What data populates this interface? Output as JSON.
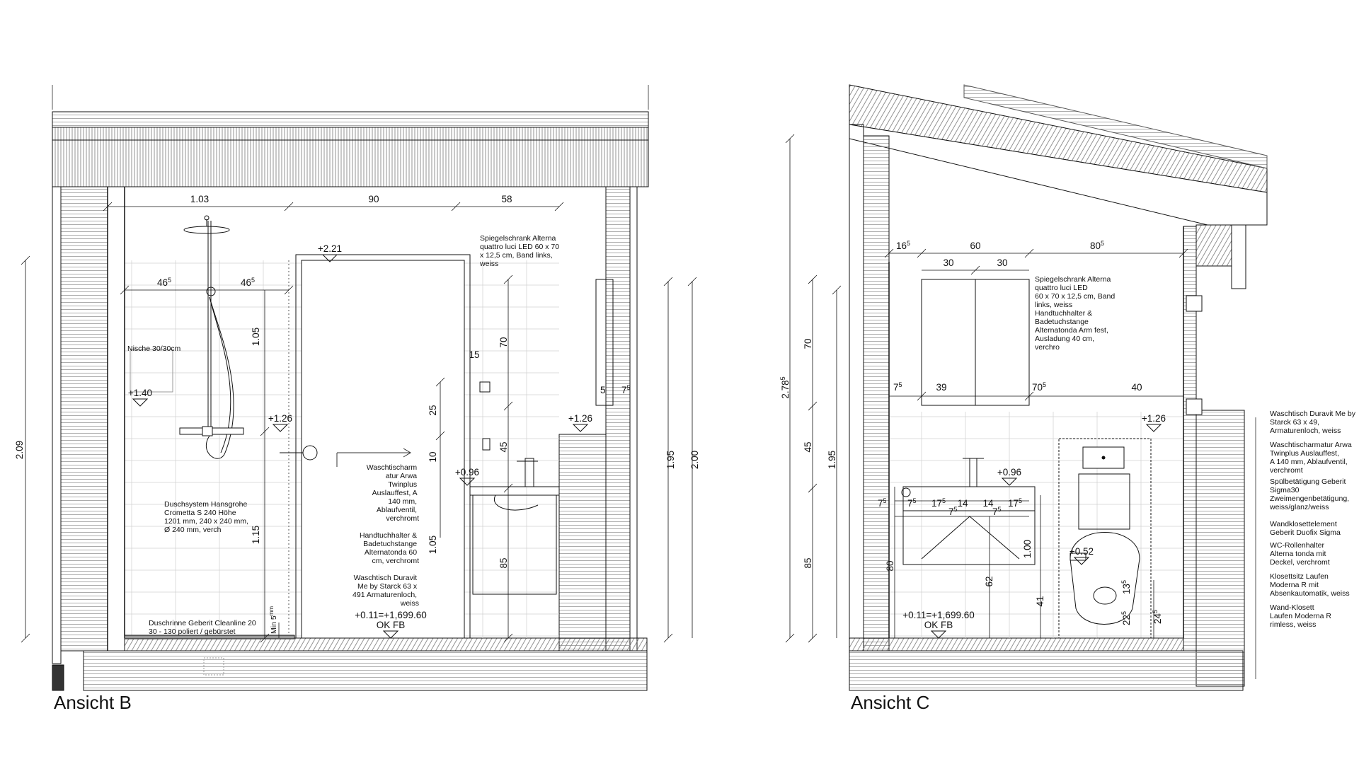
{
  "views": {
    "b": {
      "title": "Ansicht B",
      "dims": {
        "top_1": "1.03",
        "top_2": "90",
        "top_3": "58",
        "shower_l": "46",
        "shower_r": "46",
        "sup5": "5",
        "h_105": "1.05",
        "h_115": "1.15",
        "h_209": "2.09",
        "v_70": "70",
        "v_15": "15",
        "v_25": "25",
        "v_10": "10",
        "v_45": "45",
        "v_105b": "1.05",
        "v_85": "85",
        "v_5": "5",
        "v_7": "7",
        "r_195": "1.95",
        "r_200": "2.00",
        "min5": "Min 5"
      },
      "levels": {
        "door": "+2.21",
        "niche": "+1.40",
        "mid": "+1.26",
        "right": "+1.26",
        "basin": "+0.96",
        "floor": "+0.11=+1,699.60",
        "okfb": "OK FB"
      },
      "notes": {
        "niche": "Nische 30/30cm",
        "mirror": [
          "Spiegelschrank Alterna",
          "quattro luci LED 60 x 70",
          "x 12,5 cm, Band links,",
          "weiss"
        ],
        "shower": [
          "Duschsystem Hansgrohe",
          "Crometta S 240 Höhe",
          "1201 mm, 240 x 240 mm,",
          "Ø 240 mm, verch"
        ],
        "tap": [
          "Waschtischarm",
          "atur Arwa",
          "Twinplus",
          "Auslauffest, A",
          "140 mm,",
          "Ablaufventil,",
          "verchromt"
        ],
        "towel": [
          "Handtuchhalter &",
          "Badetuchstange",
          "Alternatonda 60",
          "cm, verchromt"
        ],
        "basin": [
          "Waschtisch Duravit",
          "Me by Starck 63 x",
          "491 Armaturenloch,",
          "weiss"
        ],
        "drain": [
          "Duschrinne Geberit Cleanline 20",
          "30 - 130 poliert / gebürstet"
        ]
      }
    },
    "c": {
      "title": "Ansicht C",
      "dims": {
        "top_16": "16",
        "top_60": "60",
        "top_80": "80",
        "top_30a": "30",
        "top_30b": "30",
        "h_70": "70",
        "h_45": "45",
        "h_85": "85",
        "h_278": "2.78",
        "h_195": "1.95",
        "m_7": "7",
        "m_39": "39",
        "m_70": "70",
        "m_40": "40",
        "b_7a": "7",
        "b_7b": "7",
        "b_17a": "17",
        "b_14a": "14",
        "b_14b": "14",
        "b_17b": "17",
        "b_7c": "7",
        "b_7d": "7",
        "v_100": "1.00",
        "v_80": "80",
        "v_62": "62",
        "v_41": "41",
        "v_13": "13",
        "v_22": "22",
        "v_24": "24",
        "sup5": "5"
      },
      "levels": {
        "mid": "+1.26",
        "basin": "+0.96",
        "wc": "+0.52",
        "floor": "+0.11=+1,699.60",
        "okfb": "OK FB"
      },
      "notes": {
        "mirror": [
          "Spiegelschrank Alterna",
          "quattro luci LED",
          "60 x 70 x 12,5 cm, Band",
          "links, weiss",
          "Handtuchhalter &",
          "Badetuchstange",
          "Alternatonda Arm fest,",
          "Ausladung 40 cm,",
          "verchro"
        ],
        "legend": [
          [
            "Waschtisch Duravit Me by",
            "Starck 63 x 49,",
            "Armaturenloch, weiss"
          ],
          [
            "Waschtischarmatur Arwa",
            "Twinplus Auslauffest,",
            "A 140 mm, Ablaufventil,",
            "verchromt"
          ],
          [
            "Spülbetätigung Geberit",
            "Sigma30",
            "Zweimengenbetätigung,",
            "weiss/glanz/weiss"
          ],
          [
            "Wandklosettelement",
            "Geberit Duofix Sigma"
          ],
          [
            "WC-Rollenhalter",
            "Alterna tonda mit",
            "Deckel, verchromt"
          ],
          [
            "Klosettsitz Laufen",
            "Moderna R mit",
            "Absenkautomatik, weiss"
          ],
          [
            "Wand-Klosett",
            "Laufen Moderna R",
            "rimless, weiss"
          ]
        ]
      }
    }
  }
}
